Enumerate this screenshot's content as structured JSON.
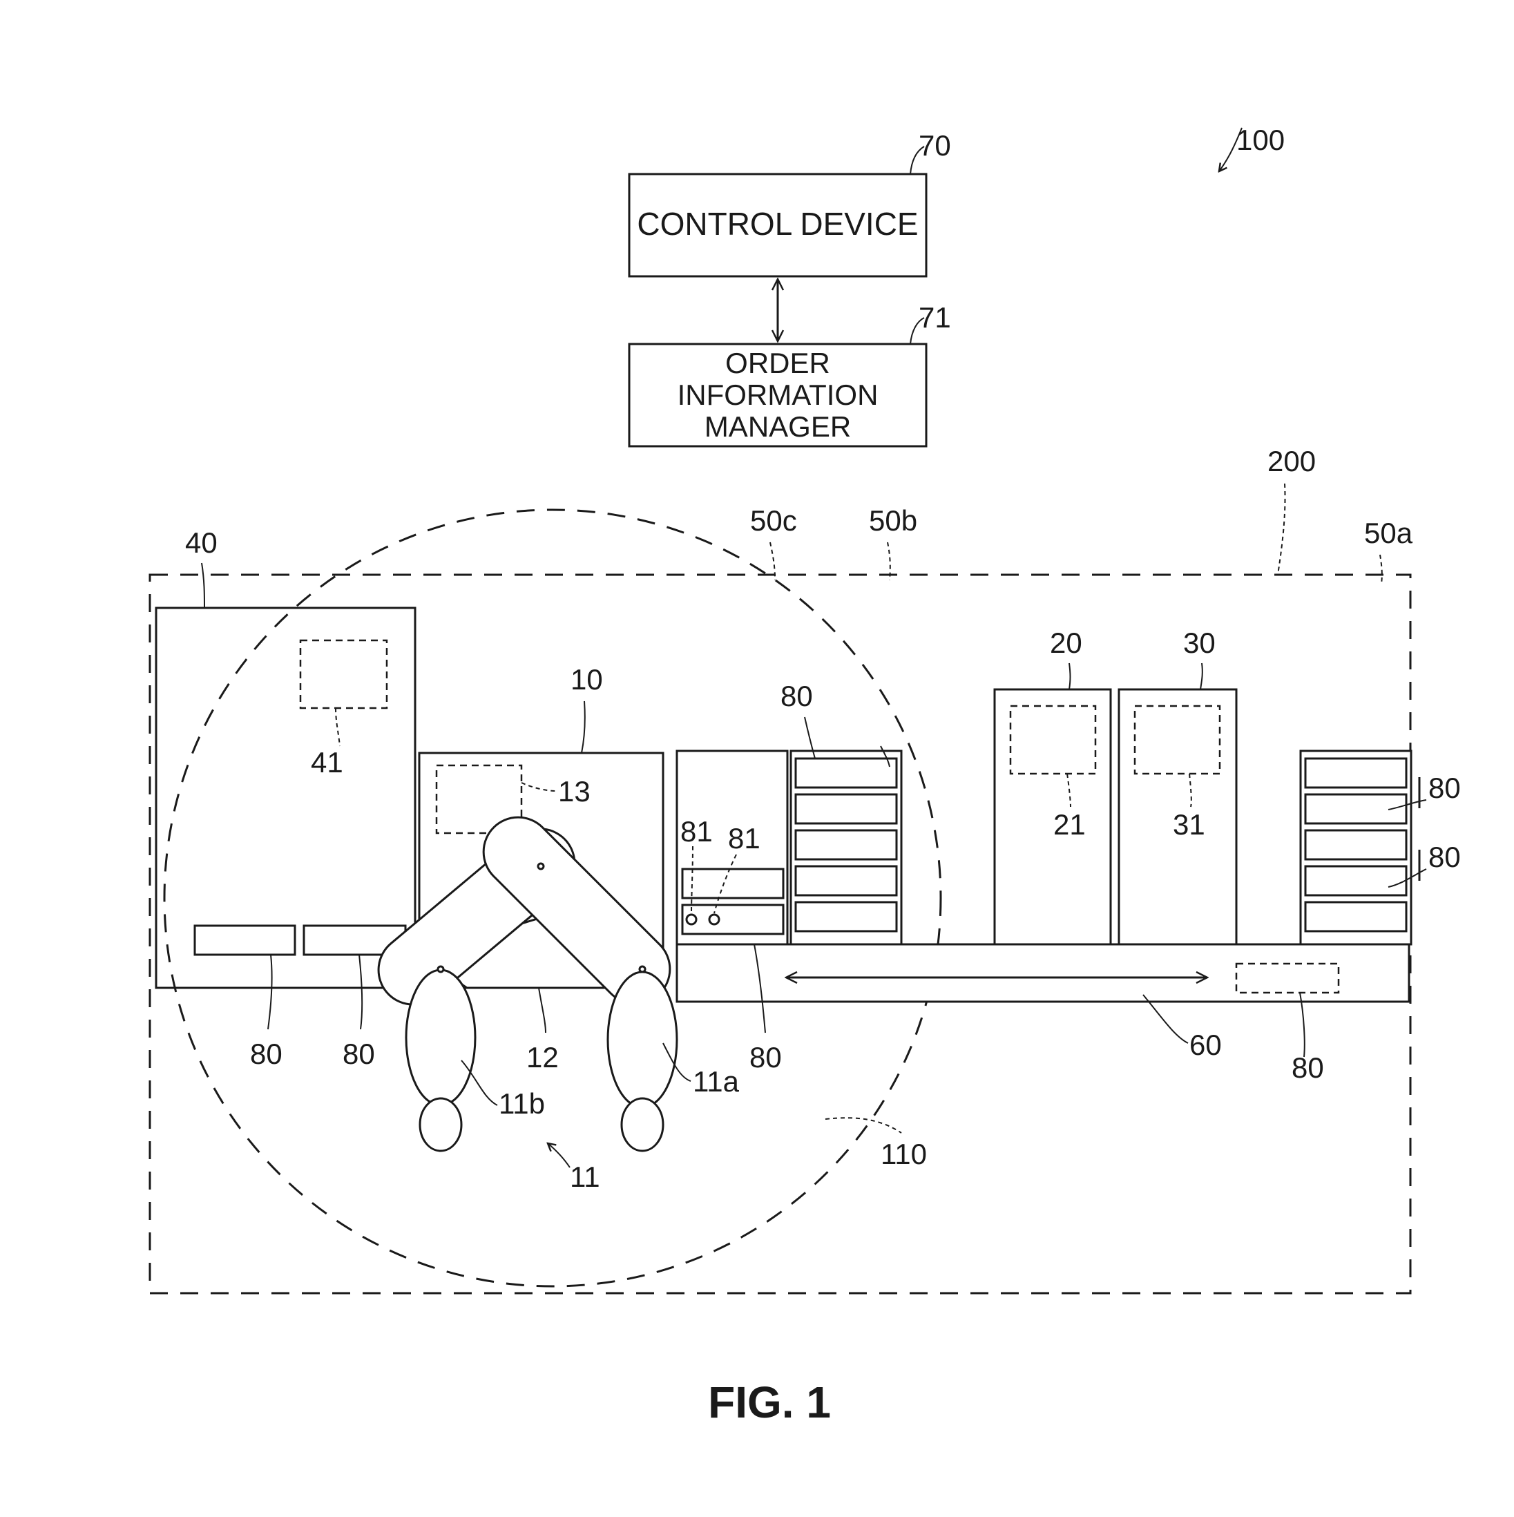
{
  "control_device": {
    "ref": "70",
    "label": "CONTROL DEVICE"
  },
  "order_manager": {
    "ref": "71",
    "lines": [
      "ORDER",
      "INFORMATION",
      "MANAGER"
    ]
  },
  "system_ref": "100",
  "area_ref": "200",
  "zones": {
    "a": "50a",
    "b": "50b",
    "c": "50c"
  },
  "storage_unit": {
    "ref": "40",
    "inner_ref": "41"
  },
  "robot_cell": {
    "ref": "10",
    "inner_ref": "13",
    "base_ref": "12"
  },
  "robot": {
    "ref": "11",
    "arm_a": "11a",
    "arm_b": "11b"
  },
  "reach_ref": "110",
  "device_20": {
    "ref": "20",
    "inner_ref": "21"
  },
  "device_30": {
    "ref": "30",
    "inner_ref": "31"
  },
  "conveyor_ref": "60",
  "container_ref": "80",
  "indicator_ref": "81",
  "caption": "FIG. 1"
}
